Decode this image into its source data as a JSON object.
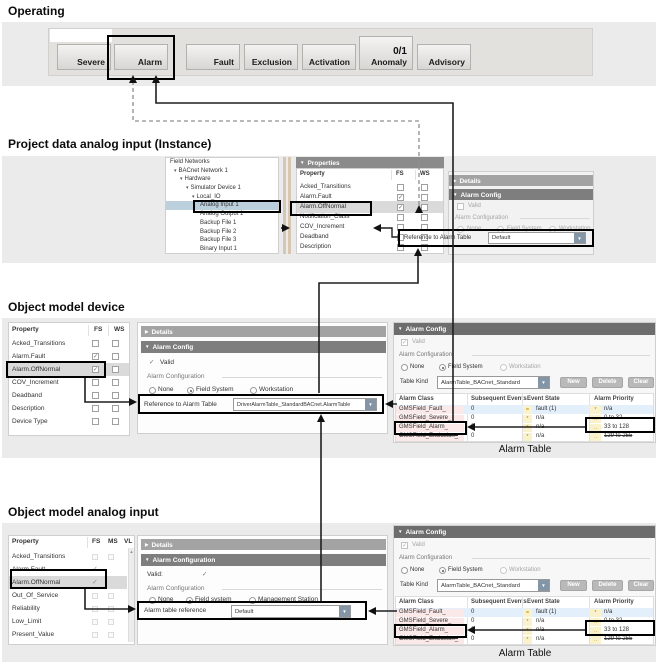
{
  "icons": {
    "collapse": "▼",
    "expand": "▶",
    "dropdown": "▼",
    "tree_expander": "▾",
    "check": "✓",
    "scroll_up": "▲"
  },
  "colors": {
    "accent_dropdown": "#8496a6",
    "section_bg": "#ebebeb",
    "header_bar_dark": "#6d6d6d",
    "header_bar_mid": "#7e7e7e",
    "header_bar_light": "#a3a3a3",
    "selected_tree_row": "#bccfdd",
    "fault_row_bg": "#e3effa",
    "class_cell_bg": "#fbe9e9",
    "icon_cell_bg": "#faf2cc",
    "highlight_box": "#000000"
  },
  "operating": {
    "title": "Operating",
    "buttons": [
      {
        "label": "Severe"
      },
      {
        "label": "Alarm"
      },
      {
        "label": "Fault"
      },
      {
        "label": "Exclusion"
      },
      {
        "label": "Activation"
      },
      {
        "label": "Anomaly",
        "count": "0/1"
      },
      {
        "label": "Advisory"
      }
    ]
  },
  "project_data": {
    "title": "Project data analog input (Instance)",
    "tree": [
      "Field Networks",
      "BACnet Network 1",
      "Hardware",
      "Simulator Device 1",
      "Local_IO",
      "Analog Input 1",
      "Analog Output 1",
      "Backup File 1",
      "Backup File 2",
      "Backup File 3",
      "Binary Input 1"
    ],
    "properties": {
      "header": "Properties",
      "col_property": "Property",
      "col_fs": "FS",
      "col_ws": "WS",
      "rows": [
        {
          "name": "Acked_Transitions",
          "fs": "",
          "ws": ""
        },
        {
          "name": "Alarm.Fault",
          "fs": "✓",
          "ws": ""
        },
        {
          "name": "Alarm.OffNormal",
          "fs": "✓",
          "ws": ""
        },
        {
          "name": "Notification_Class",
          "fs": "",
          "ws": ""
        },
        {
          "name": "COV_Increment",
          "fs": "",
          "ws": ""
        },
        {
          "name": "Deadband",
          "fs": "",
          "ws": ""
        },
        {
          "name": "Description",
          "fs": "",
          "ws": ""
        }
      ]
    },
    "details": {
      "details_header": "Details",
      "alarm_config_header": "Alarm Config",
      "valid_label": "Valid",
      "group_label": "Alarm Configuration",
      "radio_none": "None",
      "radio_fs": "Field System",
      "radio_ws": "Workstation",
      "reference_label": "Reference to Alarm Table",
      "reference_value": "Default"
    }
  },
  "device": {
    "title": "Object model device",
    "table": {
      "col_property": "Property",
      "col_fs": "FS",
      "col_ws": "WS",
      "rows": [
        {
          "name": "Acked_Transitions",
          "fs": "",
          "ws": ""
        },
        {
          "name": "Alarm.Fault",
          "fs": "✓",
          "ws": ""
        },
        {
          "name": "Alarm.OffNormal",
          "fs": "✓",
          "ws": ""
        },
        {
          "name": "COV_Increment",
          "fs": "",
          "ws": ""
        },
        {
          "name": "Deadband",
          "fs": "",
          "ws": ""
        },
        {
          "name": "Description",
          "fs": "",
          "ws": ""
        },
        {
          "name": "Device Type",
          "fs": "",
          "ws": ""
        }
      ]
    },
    "config": {
      "details_header": "Details",
      "alarm_config_header": "Alarm Config",
      "valid_label": "Valid",
      "valid_check": "✓",
      "group_label": "Alarm Configuration",
      "radio_none": "None",
      "radio_fs": "Field System",
      "radio_ws": "Workstation",
      "reference_label": "Reference to Alarm Table",
      "reference_value": "DriverAlarmTable_StandardBACnet.AlarmTable"
    },
    "alarm_table_panel": {
      "header": "Alarm Config",
      "valid_label": "Valid",
      "valid_check": "✓",
      "group_label": "Alarm Configuration",
      "radio_none": "None",
      "radio_fs": "Field System",
      "radio_ws": "Workstation",
      "table_kind_label": "Table Kind",
      "table_kind_value": "AlarmTable_BACnet_Standard",
      "btn_new": "New",
      "btn_delete": "Delete",
      "btn_clear": "Clear",
      "col_class": "Alarm Class",
      "col_sub": "Subsequent Events",
      "col_state": "Event State",
      "col_priority": "Alarm Priority",
      "rows": [
        {
          "cls": "GMSField_Fault_",
          "sub": "0",
          "state_icon": "=",
          "state": "fault (1)",
          "prio_icon": "*",
          "prio": "n/a"
        },
        {
          "cls": "GMSField_Severe_",
          "sub": "0",
          "state_icon": "*",
          "state": "n/a",
          "prio_icon": "..",
          "prio": "0 to 32"
        },
        {
          "cls": "GMSField_Alarm_",
          "sub": "0",
          "state_icon": "*",
          "state": "n/a",
          "prio_icon": "..",
          "prio": "33 to 128"
        },
        {
          "cls": "GMSField_Exclusion_",
          "sub": "0",
          "state_icon": "*",
          "state": "n/a",
          "prio_icon": "..",
          "prio": "129 to 255"
        }
      ]
    },
    "caption": "Alarm Table"
  },
  "analog_input": {
    "title": "Object model analog input",
    "table": {
      "col_property": "Property",
      "col_fs": "FS",
      "col_ms": "MS",
      "col_vl": "VL",
      "rows": [
        {
          "name": "Acked_Transitions",
          "fs": ""
        },
        {
          "name": "Alarm.Fault",
          "fs": "✓"
        },
        {
          "name": "Alarm.OffNormal",
          "fs": "✓"
        },
        {
          "name": "Out_Of_Service",
          "fs": ""
        },
        {
          "name": "Reliability",
          "fs": ""
        },
        {
          "name": "Low_Limit",
          "fs": ""
        },
        {
          "name": "Present_Value",
          "fs": ""
        }
      ]
    },
    "config": {
      "details_header": "Details",
      "alarm_config_header": "Alarm Configuration",
      "valid_label": "Valid:",
      "valid_check": "✓",
      "group_label": "Alarm Configuration",
      "radio_none": "None",
      "radio_fs": "Field system",
      "radio_ws": "Management Station",
      "reference_label": "Alarm table reference",
      "reference_value": "Default"
    },
    "alarm_table_panel": {
      "header": "Alarm Config",
      "valid_label": "Valid",
      "valid_check": "✓",
      "group_label": "Alarm Configuration",
      "radio_none": "None",
      "radio_fs": "Field System",
      "radio_ws": "Workstation",
      "table_kind_label": "Table Kind",
      "table_kind_value": "AlarmTable_BACnet_Standard",
      "btn_new": "New",
      "btn_delete": "Delete",
      "btn_clear": "Clear",
      "col_class": "Alarm Class",
      "col_sub": "Subsequent Events",
      "col_state": "Event State",
      "col_priority": "Alarm Priority",
      "rows": [
        {
          "cls": "GMSField_Fault_",
          "sub": "0",
          "state_icon": "=",
          "state": "fault (1)",
          "prio_icon": "*",
          "prio": "n/a"
        },
        {
          "cls": "GMSField_Severe_",
          "sub": "0",
          "state_icon": "*",
          "state": "n/a",
          "prio_icon": "..",
          "prio": "0 to 32"
        },
        {
          "cls": "GMSField_Alarm_",
          "sub": "0",
          "state_icon": "*",
          "state": "n/a",
          "prio_icon": "..",
          "prio": "33 to 128"
        },
        {
          "cls": "GMSField_Exclusion_",
          "sub": "0",
          "state_icon": "*",
          "state": "n/a",
          "prio_icon": "..",
          "prio": "129 to 255"
        }
      ]
    },
    "caption": "Alarm Table"
  }
}
